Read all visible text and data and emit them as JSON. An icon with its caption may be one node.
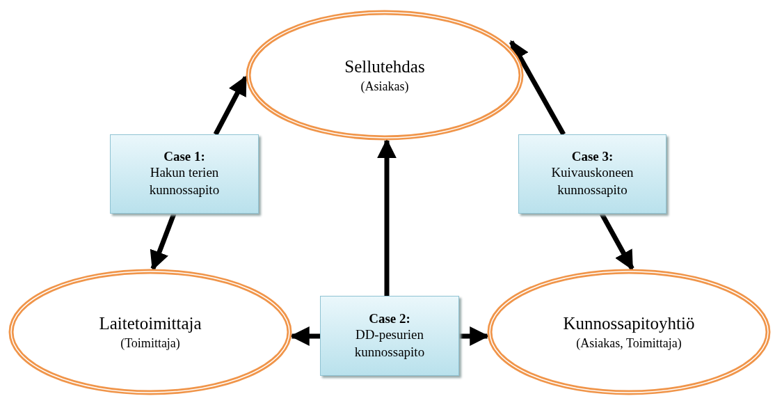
{
  "diagram": {
    "nodes": [
      {
        "text": [
          "Sellutehdas",
          "(Asiakas)"
        ]
      },
      {
        "text": [
          "Case 1:",
          "Hakun terien kunnossapito"
        ]
      },
      {
        "text": [
          "Case 3:",
          "Kuivauskoneen kunnossapito"
        ]
      },
      {
        "text": [
          "Laitetoimittaja",
          "(Toimittaja)"
        ]
      },
      {
        "text": [
          "Case 2:",
          "DD-pesurien kunnossapito"
        ]
      },
      {
        "text": [
          "Kunnossapitoyhtiö",
          "(Asiakas, Toimittaja)"
        ]
      }
    ],
    "edges": [
      {
        "from": 1,
        "to": 0,
        "arrow": "to"
      },
      {
        "from": 1,
        "to": 3,
        "arrow": "to"
      },
      {
        "from": 4,
        "to": 0,
        "arrow": "to"
      },
      {
        "from": 4,
        "to": 3,
        "arrow": "to"
      },
      {
        "from": 4,
        "to": 5,
        "arrow": "to"
      },
      {
        "from": 2,
        "to": 0,
        "arrow": "to"
      },
      {
        "from": 2,
        "to": 5,
        "arrow": "to"
      }
    ]
  }
}
